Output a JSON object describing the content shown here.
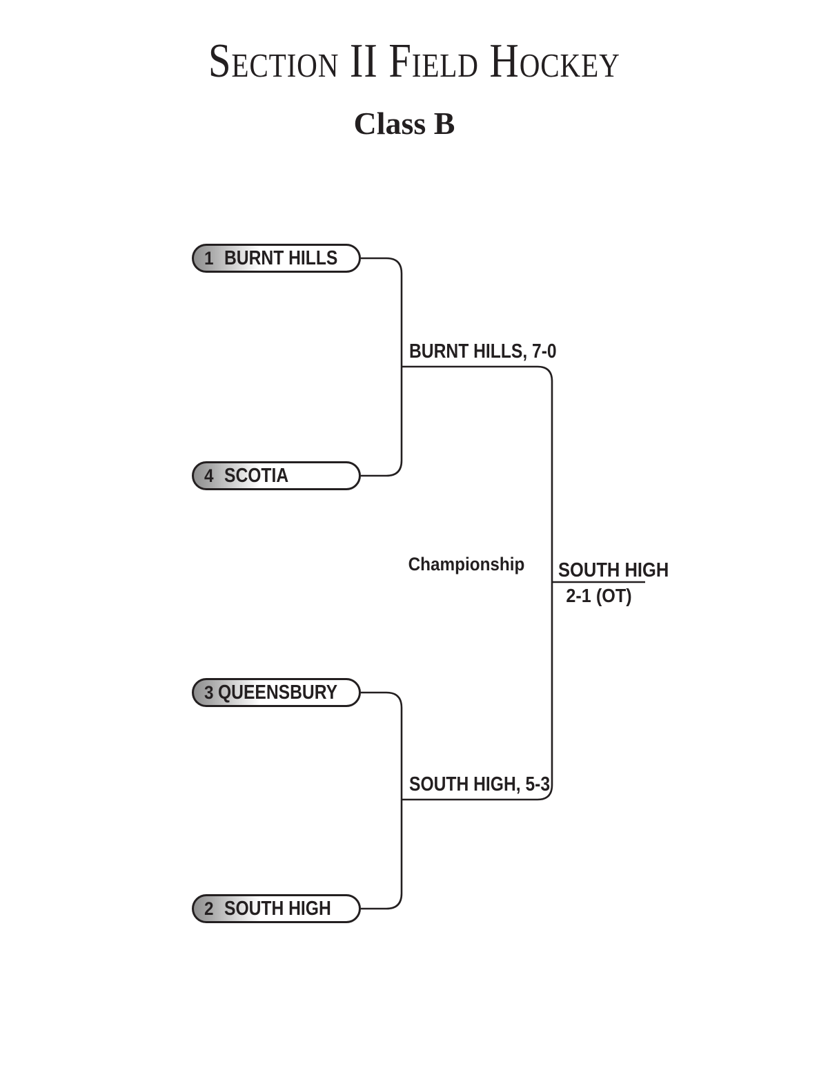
{
  "header": {
    "title": "Section II Field Hockey",
    "subtitle": "Class B"
  },
  "bracket": {
    "round1": {
      "teams": [
        {
          "seed": "1",
          "name": "BURNT HILLS"
        },
        {
          "seed": "4",
          "name": "SCOTIA"
        },
        {
          "seed": "3",
          "name": "QUEENSBURY"
        },
        {
          "seed": "2",
          "name": "SOUTH HIGH"
        }
      ]
    },
    "semifinal_results": [
      "BURNT HILLS, 7-0",
      "SOUTH HIGH, 5-3"
    ],
    "final": {
      "round_label": "Championship",
      "champion": "SOUTH HIGH",
      "score": "2-1 (OT)"
    }
  },
  "colors": {
    "ink": "#231f20",
    "seed_badge_gray": "#8f8f8f",
    "background": "#ffffff"
  }
}
